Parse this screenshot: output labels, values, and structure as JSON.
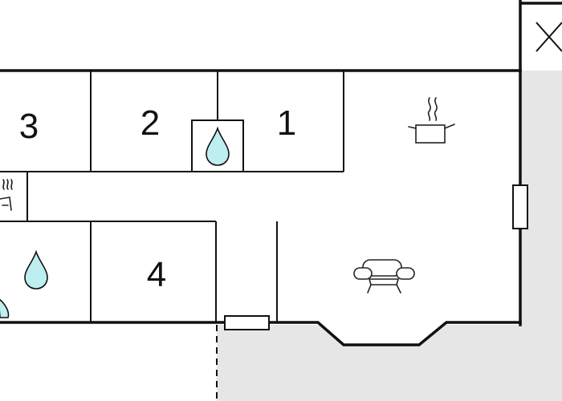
{
  "colors": {
    "background": "#ffffff",
    "wall": "#111111",
    "terrace": "#e6e6e6",
    "water": "#bdeef0"
  },
  "rooms": [
    {
      "id": "room-3",
      "label": "3"
    },
    {
      "id": "room-2",
      "label": "2"
    },
    {
      "id": "room-1",
      "label": "1"
    },
    {
      "id": "room-4",
      "label": "4"
    }
  ],
  "icons": [
    "close-icon",
    "water-drop-icon",
    "cooking-pot-icon",
    "sofa-icon",
    "heater-icon"
  ]
}
